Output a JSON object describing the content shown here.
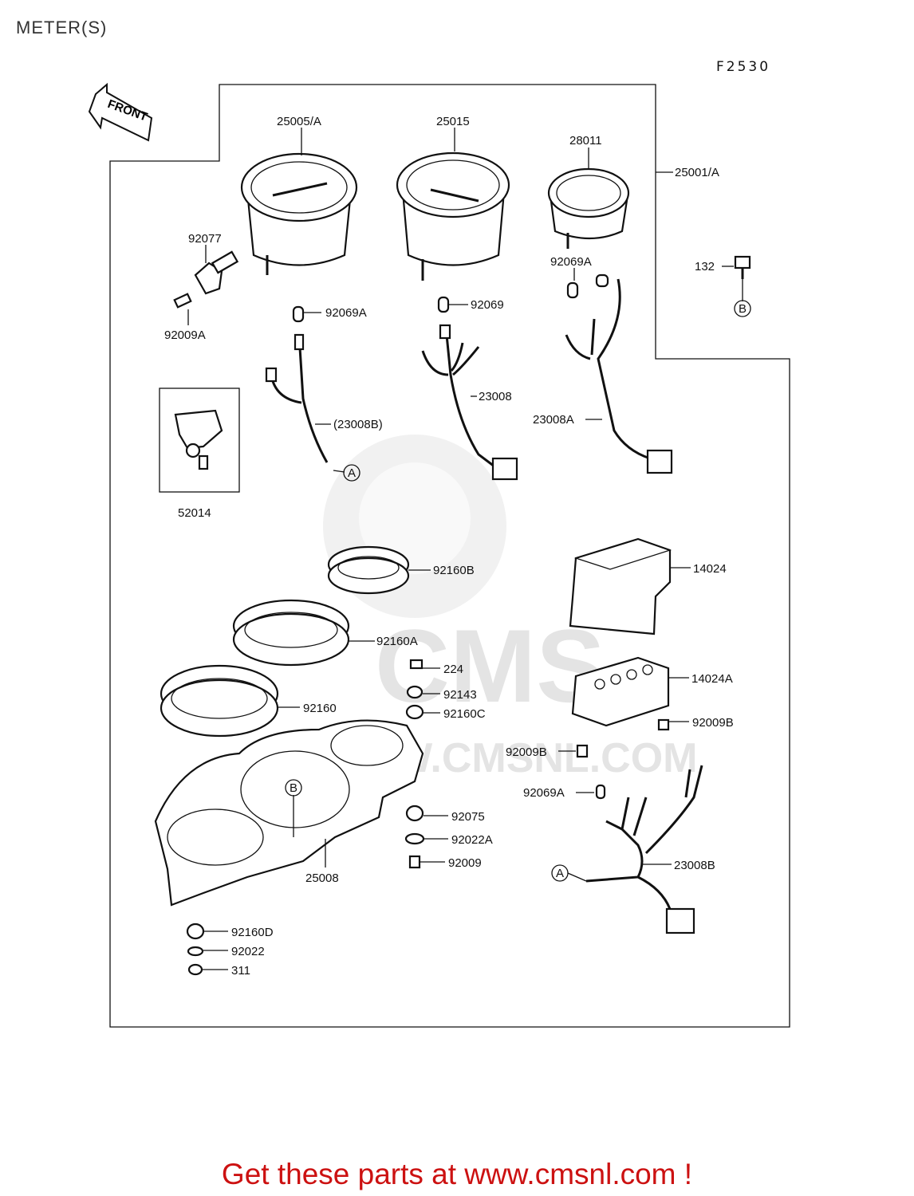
{
  "page": {
    "title": "METER(S)",
    "figure_code": "F2530",
    "promo": "Get these parts at www.cmsnl.com !"
  },
  "front_marker": "FRONT",
  "reference_markers": [
    "A",
    "B"
  ],
  "watermark": {
    "text": "CMS",
    "url": "WWW.CMSNL.COM"
  },
  "part_labels": {
    "p25005A": "25005/A",
    "p25015": "25015",
    "p28011": "28011",
    "p25001A": "25001/A",
    "p92077": "92077",
    "p92009A": "92009A",
    "p92069A_1": "92069A",
    "p92069": "92069",
    "p92069A_2": "92069A",
    "p132": "132",
    "p23008B_paren": "(23008B)",
    "p23008": "23008",
    "p23008A": "23008A",
    "p52014": "52014",
    "p92160B": "92160B",
    "p14024": "14024",
    "p92160A": "92160A",
    "p224": "224",
    "p92143": "92143",
    "p14024A": "14024A",
    "p92160": "92160",
    "p92160C": "92160C",
    "p92009B_1": "92009B",
    "p92009B_2": "92009B",
    "p92069A_3": "92069A",
    "p92075": "92075",
    "p92022A": "92022A",
    "p92009": "92009",
    "p25008": "25008",
    "p23008B": "23008B",
    "p92160D": "92160D",
    "p92022": "92022",
    "p311": "311"
  },
  "colors": {
    "promo": "#cc1111",
    "line": "#111111",
    "watermark": "#e6e6e6"
  }
}
